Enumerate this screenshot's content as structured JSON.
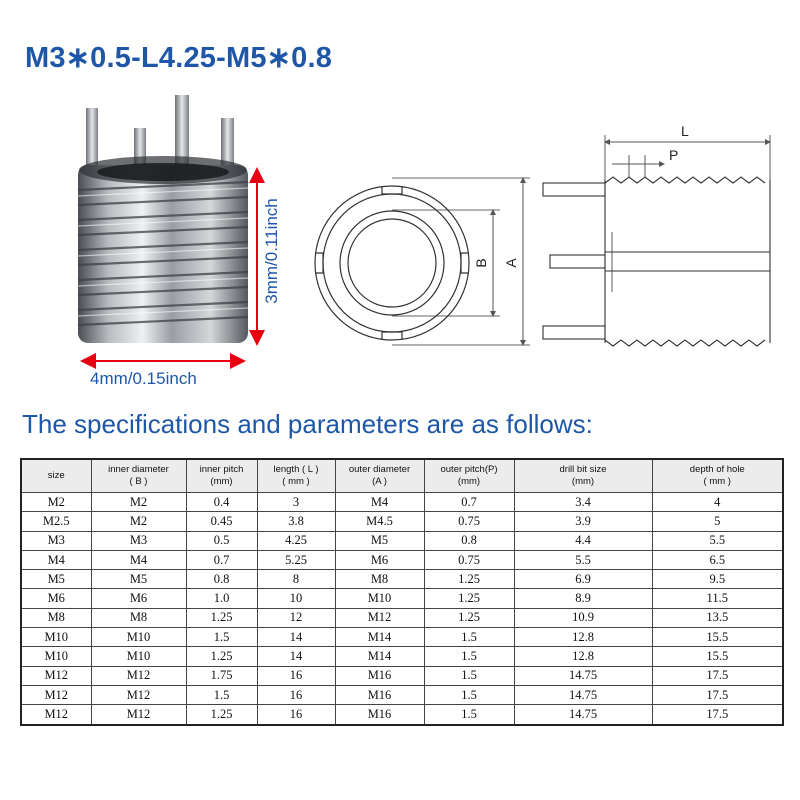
{
  "title": "M3∗0.5-L4.25-M5∗0.8",
  "photo": {
    "width_label": "4mm/0.15inch",
    "height_label": "3mm/0.11inch",
    "accent_color": "#e60012"
  },
  "drawing": {
    "label_L": "L",
    "label_P": "P",
    "label_A": "A",
    "label_B": "B"
  },
  "subtitle": "The specifications and parameters are as follows:",
  "table": {
    "headers": [
      {
        "line1": "size",
        "line2": ""
      },
      {
        "line1": "inner diameter",
        "line2": "( B )"
      },
      {
        "line1": "inner pitch",
        "line2": "(mm)"
      },
      {
        "line1": "length ( L )",
        "line2": "( mm )"
      },
      {
        "line1": "outer diameter",
        "line2": "(A )"
      },
      {
        "line1": "outer pitch(P)",
        "line2": "(mm)"
      },
      {
        "line1": "drill bit size",
        "line2": "(mm)"
      },
      {
        "line1": "depth of hole",
        "line2": "( mm )"
      }
    ],
    "rows": [
      [
        "M2",
        "M2",
        "0.4",
        "3",
        "M4",
        "0.7",
        "3.4",
        "4"
      ],
      [
        "M2.5",
        "M2",
        "0.45",
        "3.8",
        "M4.5",
        "0.75",
        "3.9",
        "5"
      ],
      [
        "M3",
        "M3",
        "0.5",
        "4.25",
        "M5",
        "0.8",
        "4.4",
        "5.5"
      ],
      [
        "M4",
        "M4",
        "0.7",
        "5.25",
        "M6",
        "0.75",
        "5.5",
        "6.5"
      ],
      [
        "M5",
        "M5",
        "0.8",
        "8",
        "M8",
        "1.25",
        "6.9",
        "9.5"
      ],
      [
        "M6",
        "M6",
        "1.0",
        "10",
        "M10",
        "1.25",
        "8.9",
        "11.5"
      ],
      [
        "M8",
        "M8",
        "1.25",
        "12",
        "M12",
        "1.25",
        "10.9",
        "13.5"
      ],
      [
        "M10",
        "M10",
        "1.5",
        "14",
        "M14",
        "1.5",
        "12.8",
        "15.5"
      ],
      [
        "M10",
        "M10",
        "1.25",
        "14",
        "M14",
        "1.5",
        "12.8",
        "15.5"
      ],
      [
        "M12",
        "M12",
        "1.75",
        "16",
        "M16",
        "1.5",
        "14.75",
        "17.5"
      ],
      [
        "M12",
        "M12",
        "1.5",
        "16",
        "M16",
        "1.5",
        "14.75",
        "17.5"
      ],
      [
        "M12",
        "M12",
        "1.25",
        "16",
        "M16",
        "1.5",
        "14.75",
        "17.5"
      ]
    ]
  }
}
